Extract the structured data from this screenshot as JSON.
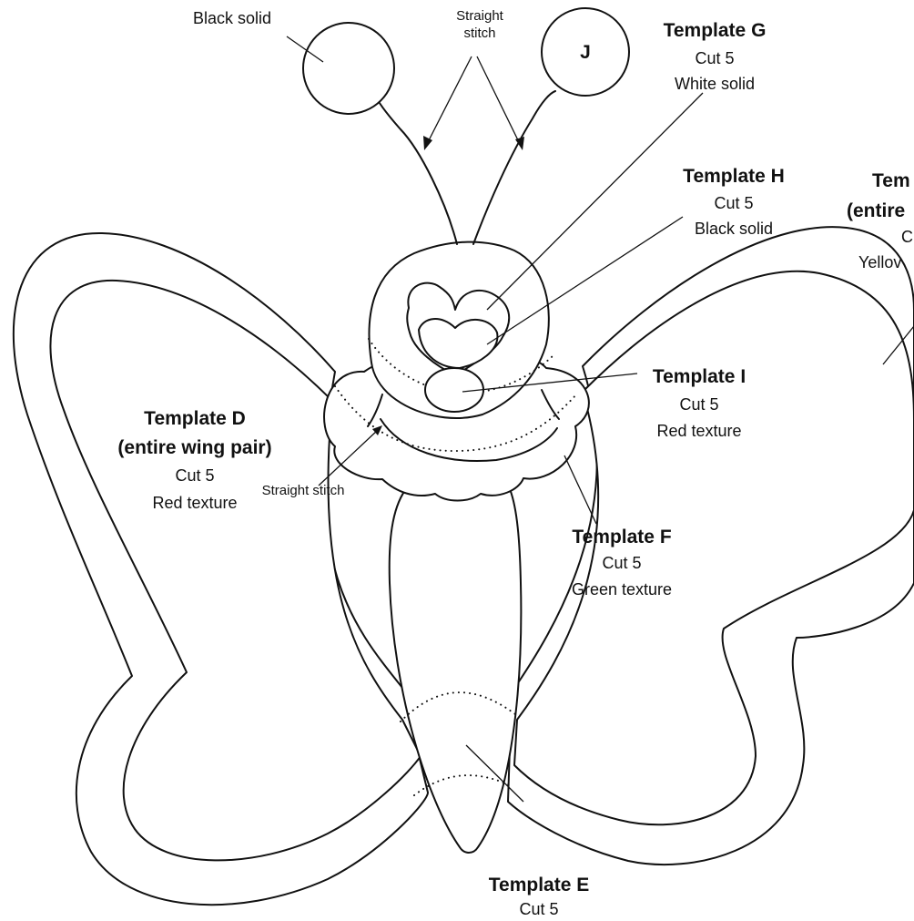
{
  "labels": {
    "top_left": "Black solid",
    "stitch_top_l1": "Straight",
    "stitch_top_l2": "stitch",
    "circle_j": "J",
    "g_title": "Template G",
    "g_cut": "Cut 5",
    "g_fabric": "White solid",
    "h_title": "Template H",
    "h_cut": "Cut 5",
    "h_fabric": "Black solid",
    "c_title_partial": "Tem",
    "c_sub_partial": "(entire",
    "c_cut_partial": "C",
    "c_fabric_partial": "Yellov",
    "i_title": "Template I",
    "i_cut": "Cut 5",
    "i_fabric": "Red texture",
    "d_title": "Template D",
    "d_sub": "(entire wing pair)",
    "d_cut": "Cut 5",
    "d_fabric": "Red texture",
    "stitch_mid": "Straight stitch",
    "f_title": "Template F",
    "f_cut": "Cut 5",
    "f_fabric": "Green texture",
    "e_title": "Template E",
    "e_cut": "Cut 5"
  }
}
